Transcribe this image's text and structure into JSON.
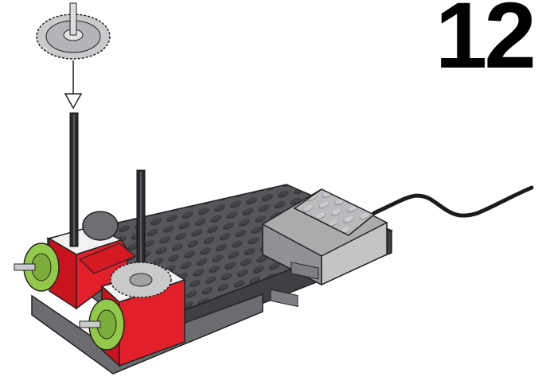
{
  "step": {
    "number": "12"
  },
  "parts": {
    "base_plate": "dark-gray-baseplate",
    "battery_box": "light-gray-battery-box",
    "cable": "black-cable",
    "gears": [
      "crown-gear-24t",
      "crown-gear-24t",
      "gear-24t"
    ],
    "axles": [
      "axle-long",
      "axle-long"
    ],
    "wheels": [
      "green-wheel",
      "green-wheel"
    ],
    "bricks": [
      "red-2x2-brick",
      "red-slope-brick",
      "white-2x2-plate"
    ]
  },
  "colors": {
    "baseplate": "#505255",
    "baseplate_stud": "#3b3c3f",
    "battery_box": "#b9bbbd",
    "red_brick": "#e2202a",
    "green_wheel": "#93c94a",
    "gear": "#c9cacc",
    "axle": "#2a2b2d",
    "step_text": "#000000"
  }
}
